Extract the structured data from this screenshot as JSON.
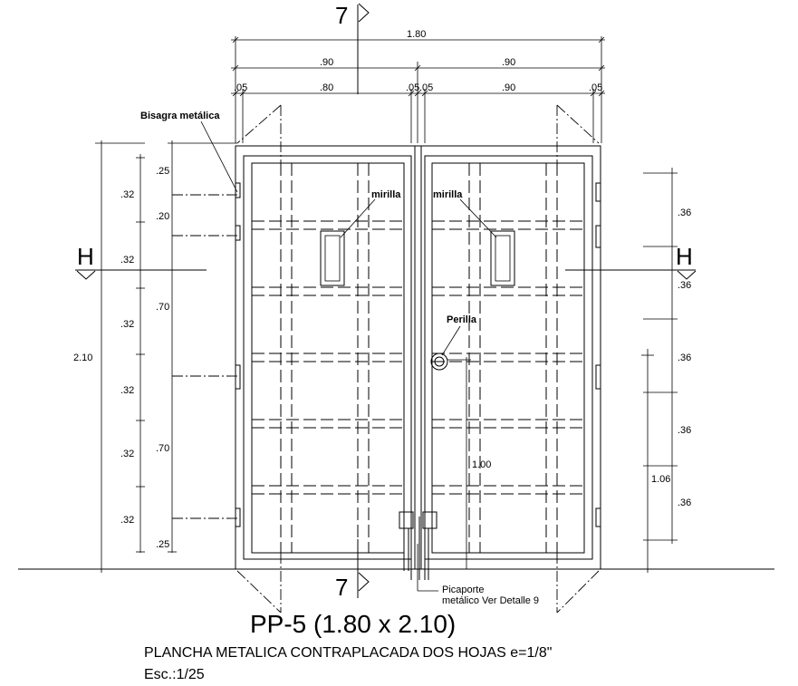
{
  "section_marks": {
    "vertical_cut": "7",
    "horizontal_cut": "H"
  },
  "dimensions_top": {
    "overall": "1.80",
    "leaf_left": ".90",
    "leaf_right": ".90",
    "frame_a": ".05",
    "panel_left": ".80",
    "frame_b": ".05",
    "frame_c": ".05",
    "panel_right": ".90",
    "frame_d": ".05"
  },
  "dimensions_left": {
    "total_height": "2.10",
    "outer": [
      ".32",
      ".32",
      ".32",
      ".32",
      ".32",
      ".32"
    ],
    "inner": [
      ".25",
      ".20",
      ".70",
      ".70",
      ".25"
    ]
  },
  "dimensions_right": {
    "outer": [
      ".36",
      ".36",
      ".36",
      ".36",
      ".36"
    ],
    "handle_height_inner": "1.00",
    "handle_height_outer": "1.06"
  },
  "labels": {
    "hinge": "Bisagra metálica",
    "peephole_left": "mirilla",
    "peephole_right": "mirilla",
    "handle": "Perilla",
    "latch_line1": "Picaporte",
    "latch_line2": "metálico Ver Detalle 9"
  },
  "title": {
    "main": "PP-5 (1.80 x 2.10)",
    "description": "PLANCHA METALICA CONTRAPLACADA DOS HOJAS  e=1/8\"",
    "scale": "Esc.:1/25"
  }
}
